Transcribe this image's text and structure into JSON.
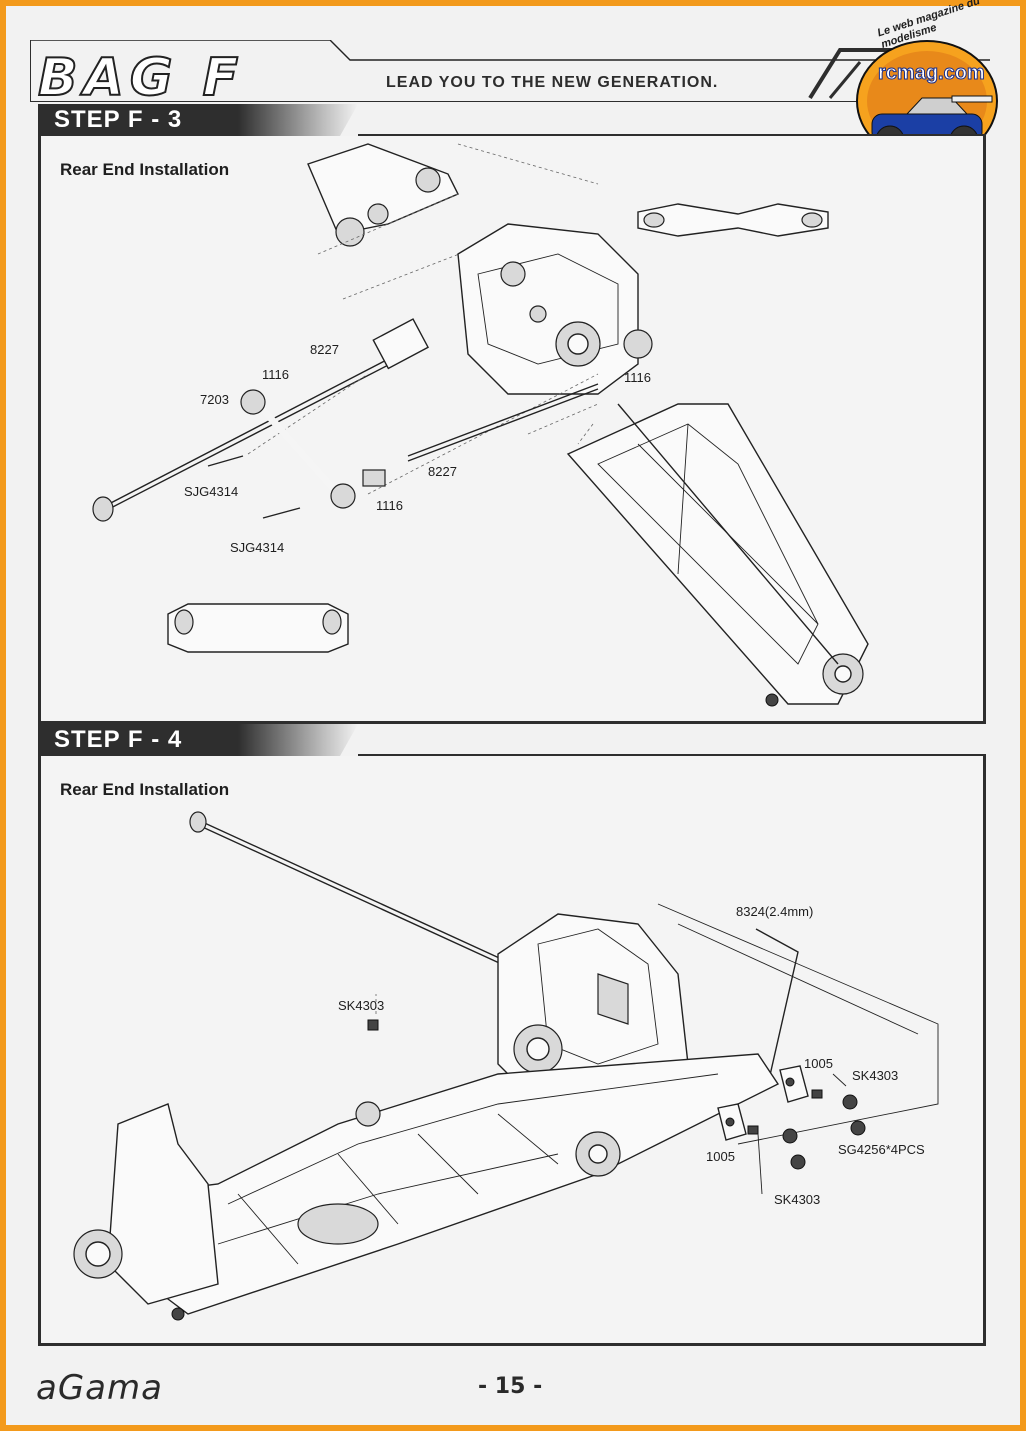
{
  "header": {
    "bag_title": "BAG F",
    "tagline": "LEAD YOU TO THE NEW GENERATION."
  },
  "watermark": {
    "slogan": "Le web magazine du modelisme",
    "site": "rcmag.com"
  },
  "steps": [
    {
      "banner": "STEP  F - 3",
      "title": "Rear End Installation",
      "part_labels": [
        "8227",
        "1116",
        "7203",
        "1116",
        "8227",
        "1116",
        "SJG4314",
        "SJG4314"
      ]
    },
    {
      "banner": "STEP  F - 4",
      "title": "Rear End Installation",
      "part_labels": [
        "8324(2.4mm)",
        "SK4303",
        "1005",
        "SK4303",
        "SG4256*4PCS",
        "1005",
        "SK4303"
      ]
    }
  ],
  "footer": {
    "brand": "aGama",
    "page_number": "- 15 -"
  },
  "colors": {
    "border": "#f39a1c",
    "banner": "#2e2e2e",
    "page": "#f2f2f2"
  }
}
